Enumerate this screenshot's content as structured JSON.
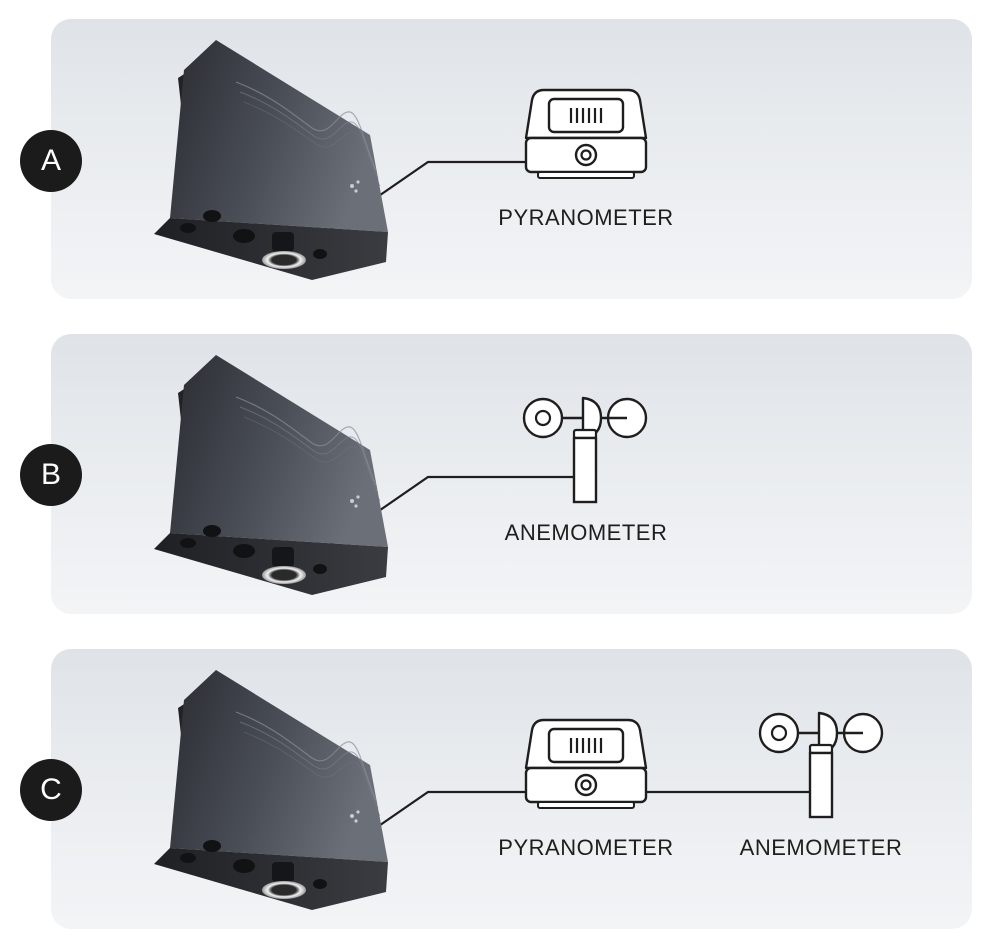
{
  "panels": [
    {
      "letter": "A",
      "sensors": [
        "PYRANOMETER"
      ]
    },
    {
      "letter": "B",
      "sensors": [
        "ANEMOMETER"
      ]
    },
    {
      "letter": "C",
      "sensors": [
        "PYRANOMETER",
        "ANEMOMETER"
      ]
    }
  ],
  "colors": {
    "badge": "#1b1b1b",
    "cable": "#1e1e1e",
    "panel_bg": "#e6e9ed",
    "device_body": "#3a3d44"
  },
  "icons": [
    "data-logger-icon",
    "pyranometer-icon",
    "anemometer-icon"
  ]
}
